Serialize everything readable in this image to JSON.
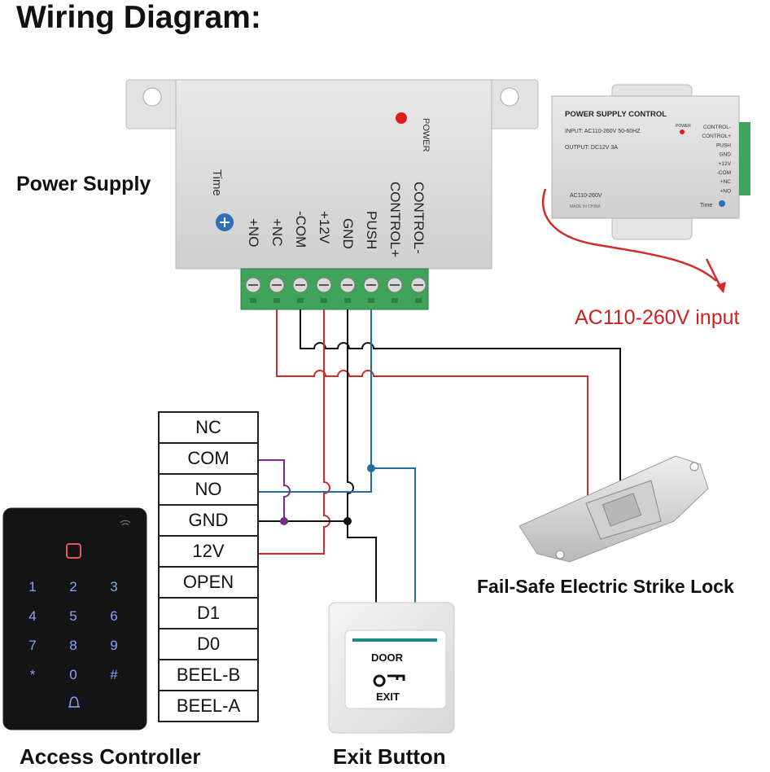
{
  "title": "Wiring Diagram:",
  "labels": {
    "power_supply": "Power Supply",
    "ac_input": "AC110-260V input",
    "lock": "Fail-Safe Electric Strike Lock",
    "access_controller": "Access Controller",
    "exit_button": "Exit Button"
  },
  "power_supply_unit": {
    "power": "POWER",
    "time": "Time",
    "terminals": [
      "+NO",
      "+NC",
      "-COM",
      "+12V",
      "GND",
      "PUSH",
      "CONTROL+",
      "CONTROL-"
    ]
  },
  "photo_unit": {
    "brand": "POWER SUPPLY CONTROL",
    "input": "INPUT: AC110-260V 50-60HZ",
    "output": "OUTPUT: DC12V  3A",
    "model": "AC110-260V",
    "made": "MADE IN CHINA",
    "power": "POWER",
    "time": "Time",
    "terminals": [
      "CONTROL-",
      "CONTROL+",
      "PUSH",
      "GND",
      "+12V",
      "-COM",
      "+NC",
      "+NO"
    ]
  },
  "controller_terminals": [
    "NC",
    "COM",
    "NO",
    "GND",
    "12V",
    "OPEN",
    "D1",
    "D0",
    "BEEL-B",
    "BEEL-A"
  ],
  "keypad": [
    "1",
    "2",
    "3",
    "4",
    "5",
    "6",
    "7",
    "8",
    "9",
    "*",
    "0",
    "#"
  ],
  "exit_plate": {
    "line1": "DOOR",
    "line2": "EXIT"
  },
  "colors": {
    "red_wire": "#d42a2a",
    "black_wire": "#111111",
    "blue_wire": "#1f6e9c",
    "purple_wire": "#7a2a8c",
    "terminal_green": "#3fa35a",
    "ac_text": "#d11f1f"
  }
}
